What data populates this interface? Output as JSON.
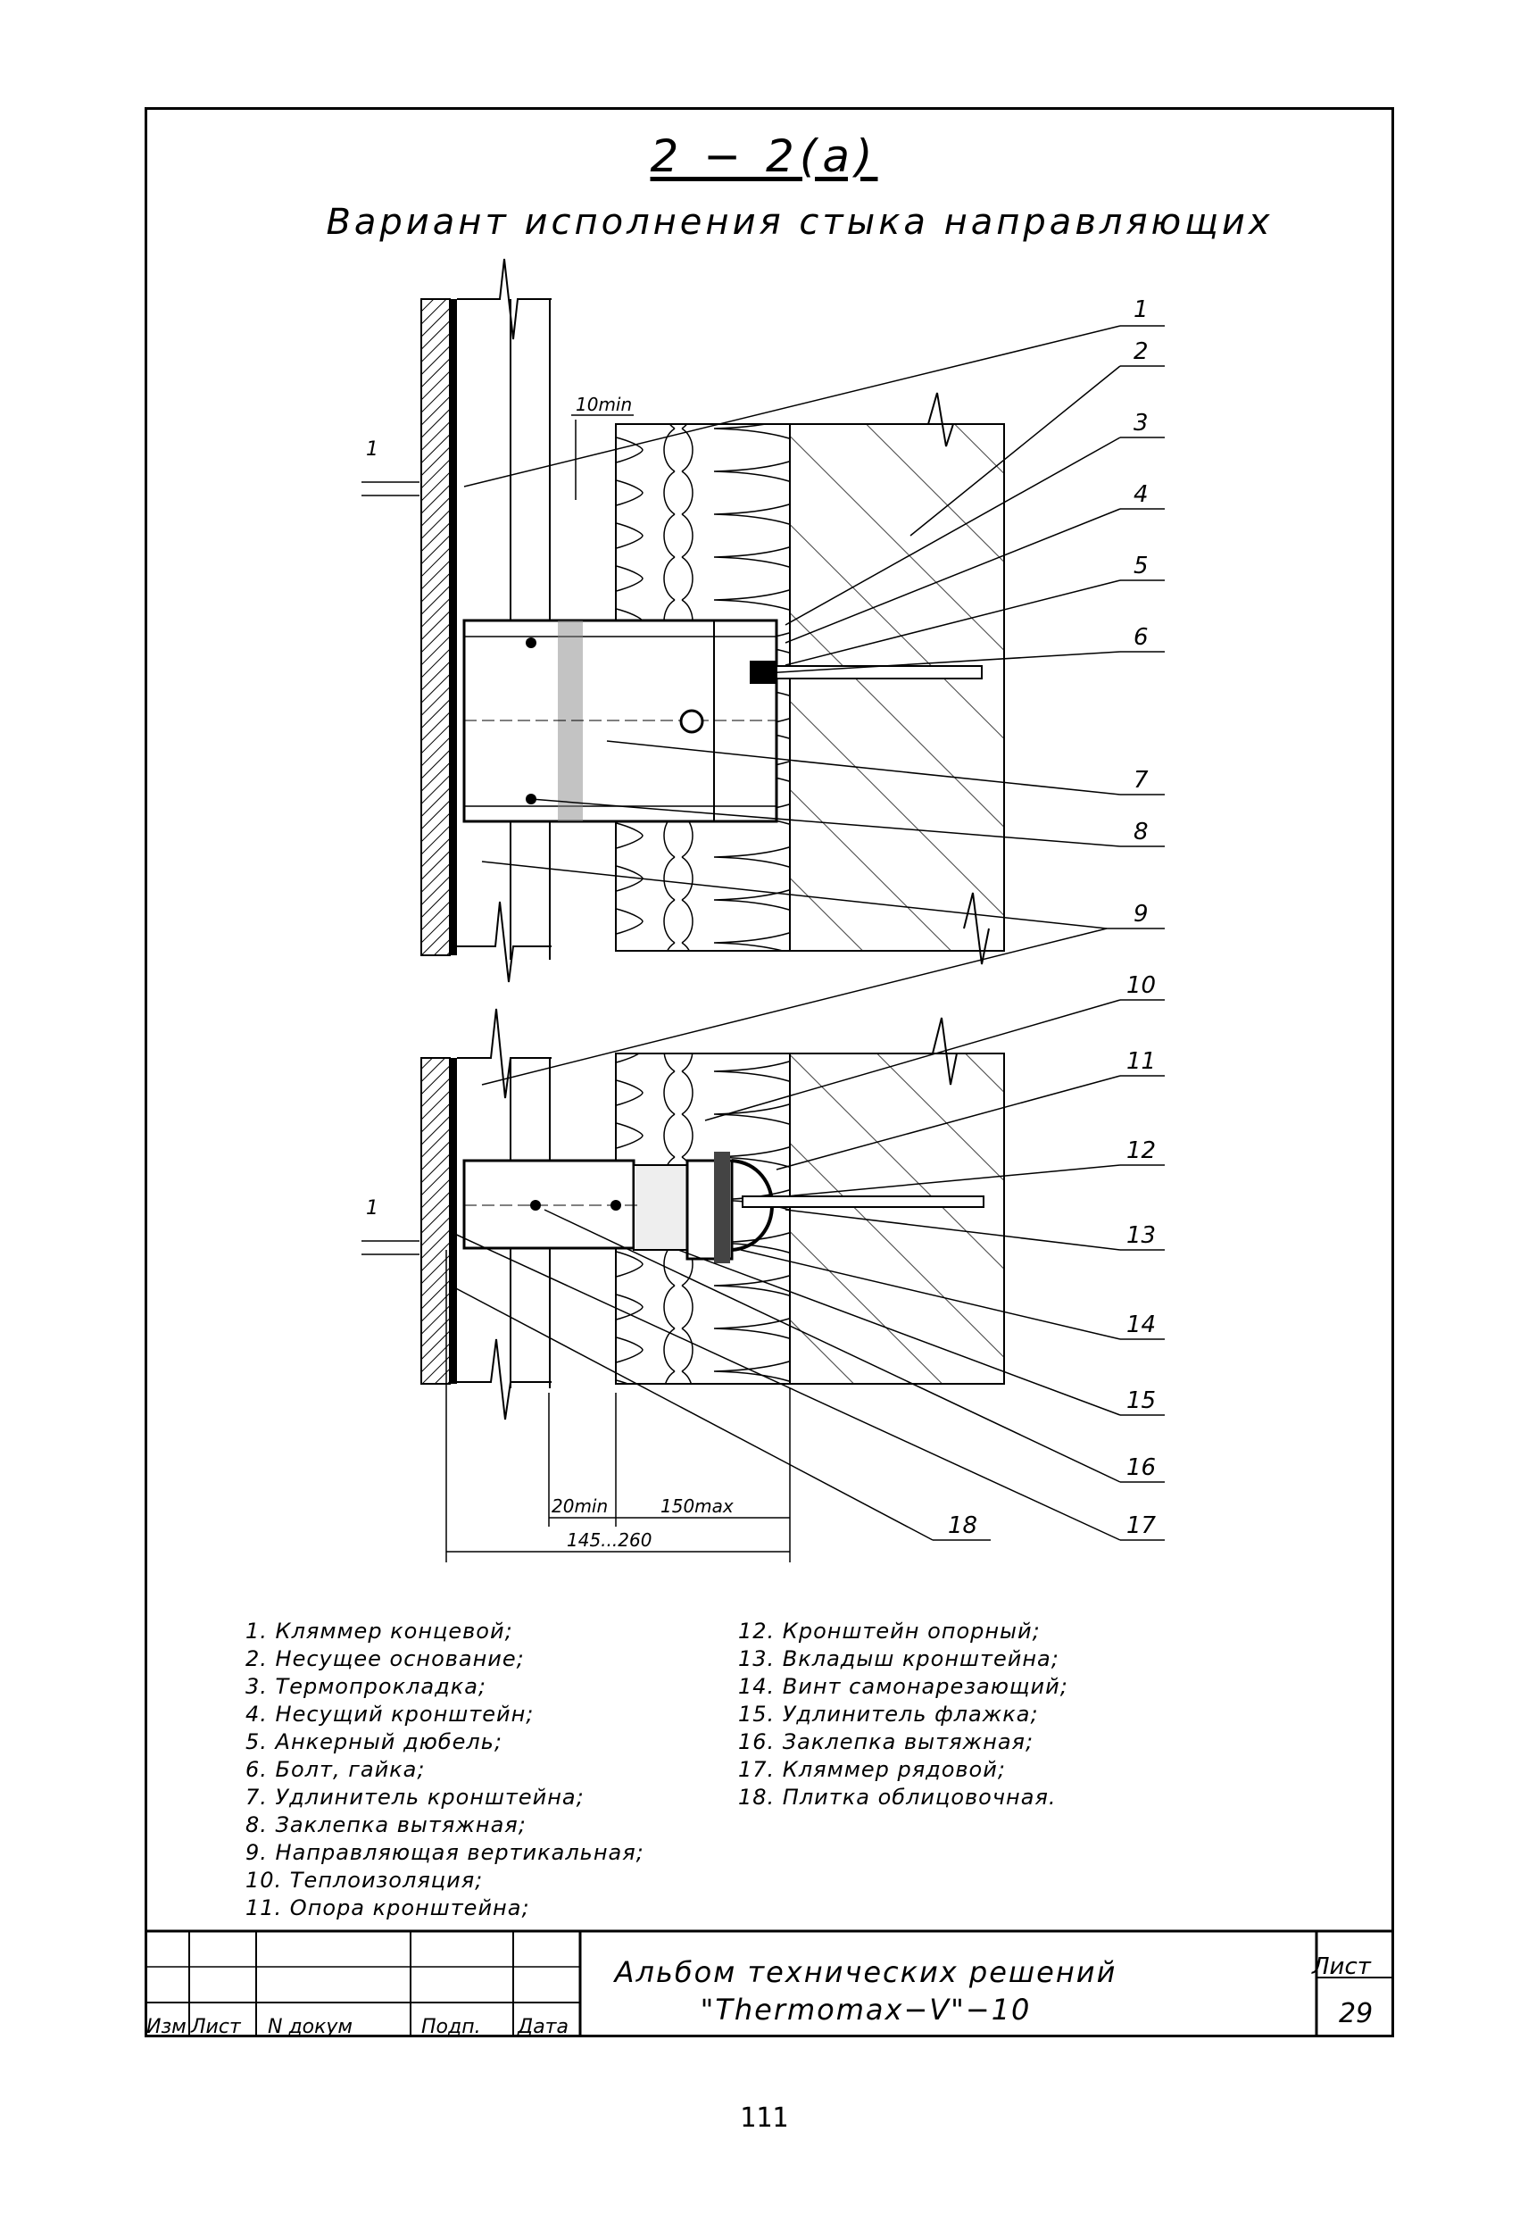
{
  "section": {
    "title": "2 − 2(a)",
    "subtitle": "Вариант исполнения стыка направляющих"
  },
  "callouts": [
    "1",
    "2",
    "3",
    "4",
    "5",
    "6",
    "7",
    "8",
    "9",
    "10",
    "11",
    "12",
    "13",
    "14",
    "15",
    "16",
    "17",
    "18"
  ],
  "dimensions": {
    "gap_upper": "1",
    "gap_lower": "1",
    "min_10": "10min",
    "min_20": "20min",
    "max_150": "150max",
    "range": "145...260"
  },
  "legend": {
    "left": [
      "1.  Кляммер концевой;",
      "2.  Несущее основание;",
      "3.  Термопрокладка;",
      "4.  Несущий кронштейн;",
      "5.  Анкерный дюбель;",
      "6.  Болт, гайка;",
      "7.  Удлинитель кронштейна;",
      "8.  Заклепка вытяжная;",
      "9.  Направляющая вертикальная;",
      "10.  Теплоизоляция;",
      "11.  Опора кронштейна;"
    ],
    "right": [
      "12.  Кронштейн опорный;",
      "13.  Вкладыш кронштейна;",
      "14.  Винт самонарезающий;",
      "15.  Удлинитель флажка;",
      "16.  Заклепка вытяжная;",
      "17.  Кляммер рядовой;",
      "18.  Плитка облицовочная."
    ]
  },
  "title_block": {
    "album_title": "Альбом технических решений",
    "album_subtitle": "\"Thermomax−V\"−10",
    "col_izm": "Изм",
    "col_list": "Лист",
    "col_doc": "N докум",
    "col_sign": "Подп.",
    "col_date": "Дата",
    "sheet_label": "Лист",
    "sheet_number": "29"
  },
  "page_number": "111"
}
